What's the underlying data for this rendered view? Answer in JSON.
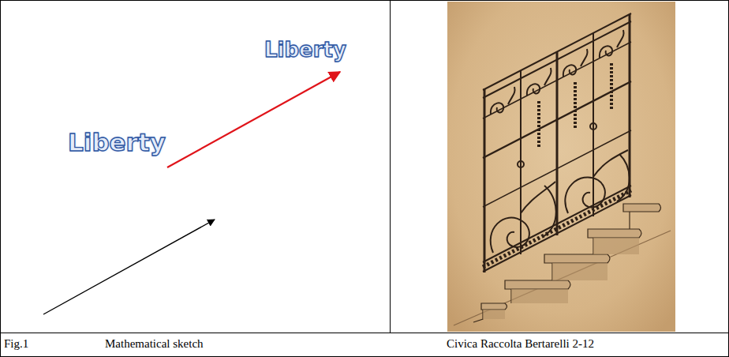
{
  "diagram": {
    "labels": [
      "Liberty",
      "Liberty",
      "Fig.1",
      "Mathematical sketch",
      "Civica Raccolta Bertarelli 2-12"
    ]
  }
}
